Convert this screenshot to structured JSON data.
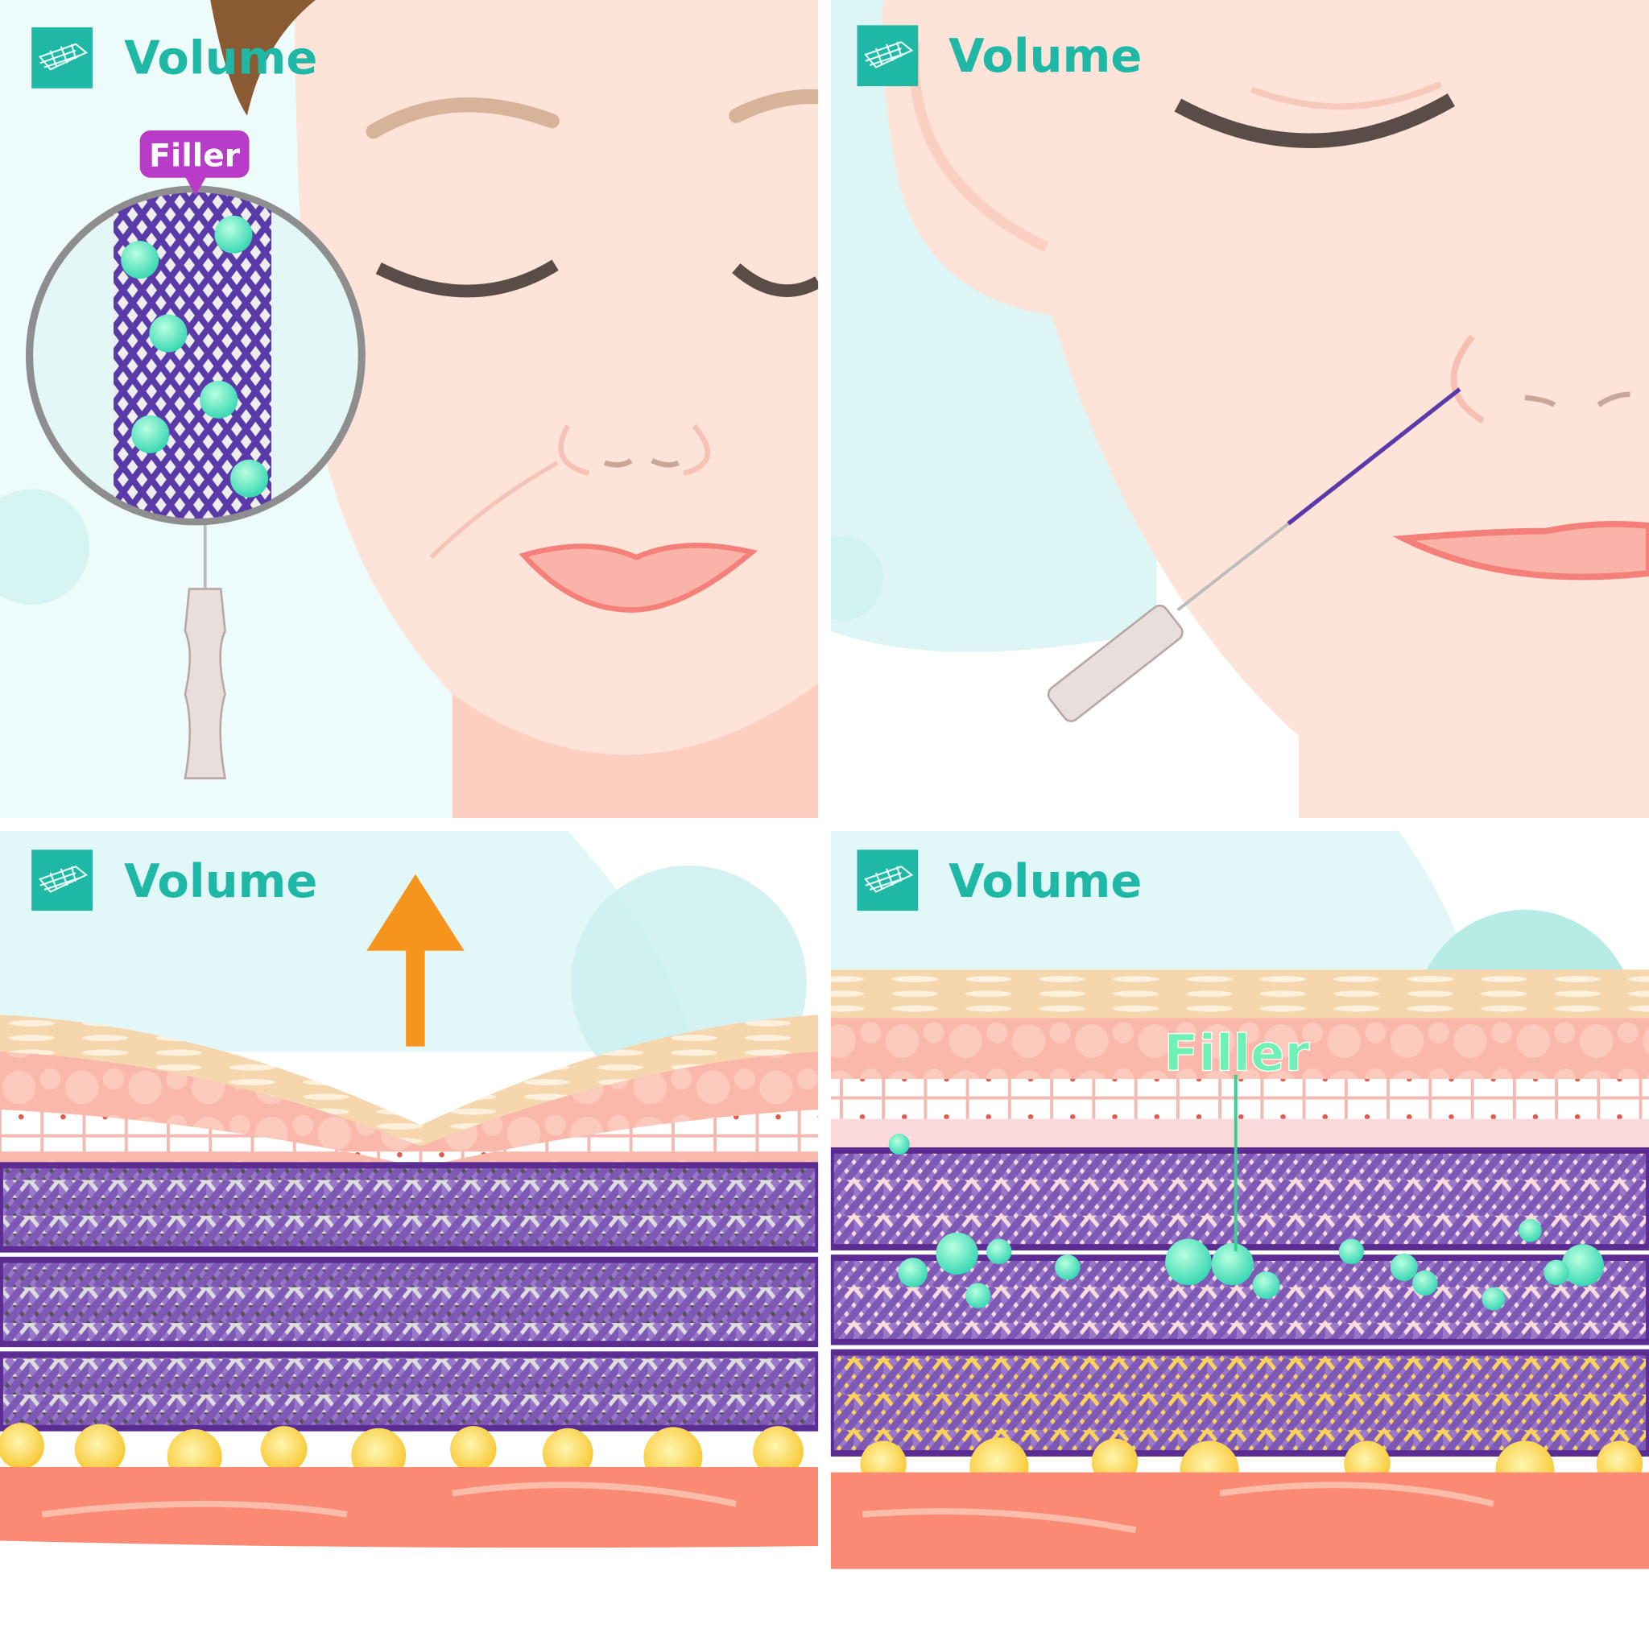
{
  "panels": [
    {
      "title": "Volume",
      "callout": "Filler"
    },
    {
      "title": "Volume"
    },
    {
      "title": "Volume"
    },
    {
      "title": "Volume",
      "callout": "Filler"
    }
  ],
  "icons": {
    "panel_badge": "mesh-thread-icon",
    "lift": "arrow-up-icon"
  },
  "colors": {
    "accent": "#1fb8a6",
    "filler_badge": "#b83cc7",
    "filler_green": "#5ee8a8",
    "mesh_purple": "#8a68bf",
    "mesh_border": "#5b2d92",
    "skin": "#fde3d8",
    "muscle": "#fb8a74",
    "fat": "#f7c52a",
    "arrow": "#f7941d"
  }
}
